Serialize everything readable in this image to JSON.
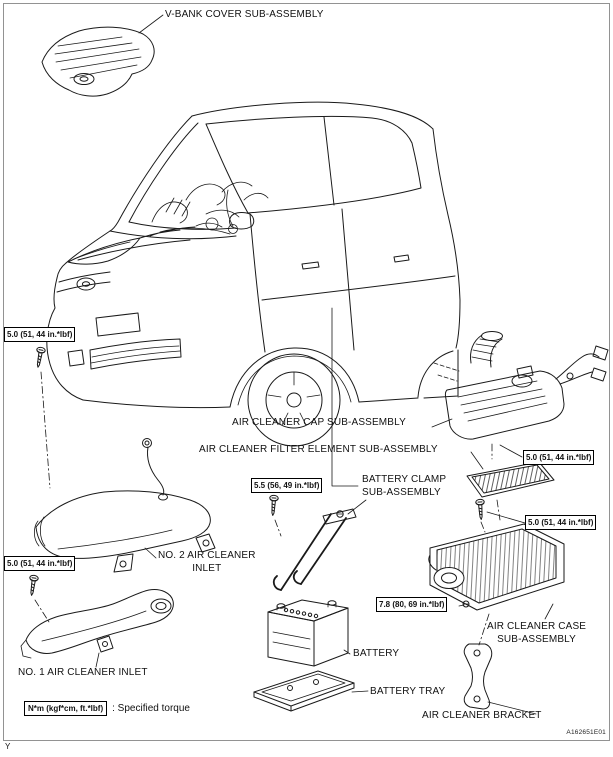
{
  "page": {
    "figure_code": "A162651E01",
    "corner_mark": "Y"
  },
  "labels": {
    "v_bank_cover": "V-BANK COVER SUB-ASSEMBLY",
    "air_cleaner_cap": "AIR CLEANER CAP SUB-ASSEMBLY",
    "air_cleaner_filter_element": "AIR CLEANER FILTER ELEMENT SUB-ASSEMBLY",
    "battery_clamp": "BATTERY CLAMP\nSUB-ASSEMBLY",
    "no2_air_cleaner_inlet": "NO. 2 AIR CLEANER\nINLET",
    "no1_air_cleaner_inlet": "NO. 1 AIR CLEANER INLET",
    "battery": "BATTERY",
    "battery_tray": "BATTERY TRAY",
    "air_cleaner_case": "AIR CLEANER CASE\nSUB-ASSEMBLY",
    "air_cleaner_bracket": "AIR CLEANER BRACKET"
  },
  "torques": {
    "m5_0": "5.0 (51, 44 in.*lbf)",
    "m5_5": "5.5 (56, 49 in.*lbf)",
    "m7_8": "7.8 (80, 69 in.*lbf)"
  },
  "legend": {
    "unit": "N*m (kgf*cm, ft.*lbf)",
    "description": ": Specified torque"
  }
}
